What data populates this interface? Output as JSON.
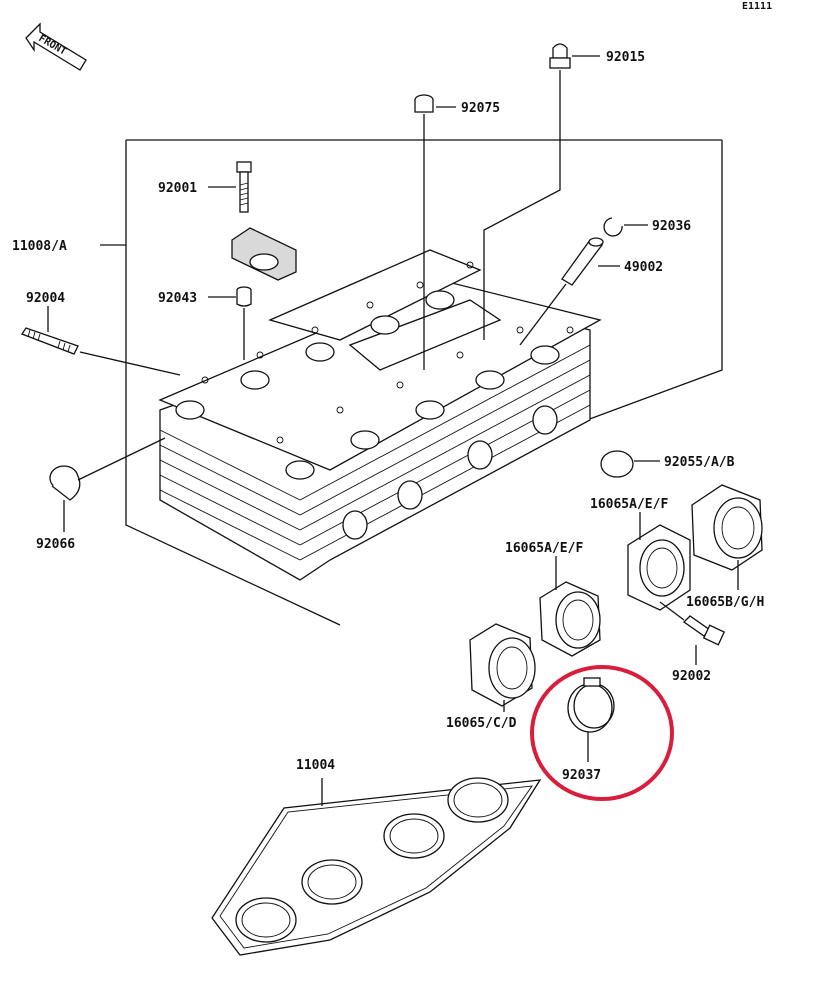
{
  "diagram_code": "E1111",
  "front_label": "FRONT",
  "labels": {
    "p92015": "92015",
    "p92075": "92075",
    "p92001": "92001",
    "p11008": "11008/A",
    "p92036": "92036",
    "p49002": "49002",
    "p92004": "92004",
    "p92043": "92043",
    "p92055": "92055/A/B",
    "p92066": "92066",
    "p16065aef_right": "16065A/E/F",
    "p16065aef_left": "16065A/E/F",
    "p16065bgh": "16065B/G/H",
    "p92002": "92002",
    "p16065cd": "16065/C/D",
    "p92037": "92037",
    "p11004": "11004"
  },
  "colors": {
    "highlight_circle": "#d81e3c",
    "line": "#111111",
    "part_fill": "#ffffff"
  }
}
